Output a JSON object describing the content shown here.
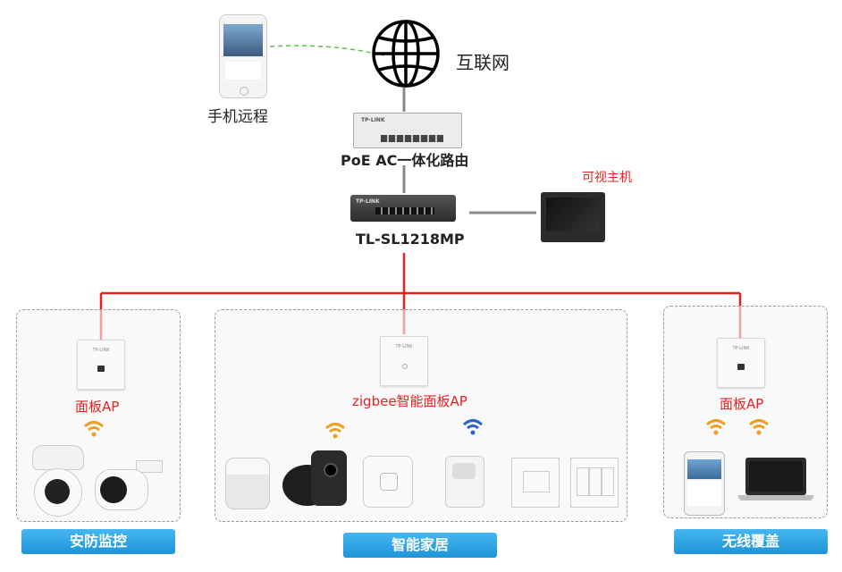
{
  "internet": {
    "label": "互联网"
  },
  "phone": {
    "label": "手机远程"
  },
  "router": {
    "label": "PoE AC一体化路由"
  },
  "switch": {
    "label": "TL-SL1218MP"
  },
  "video_host": {
    "label": "可视主机"
  },
  "groups": {
    "security": {
      "ap_label": "面板AP",
      "category": "安防监控"
    },
    "smart_home": {
      "ap_label": "zigbee智能面板AP",
      "category": "智能家居"
    },
    "wireless": {
      "ap_label": "面板AP",
      "category": "无线覆盖"
    }
  },
  "colors": {
    "wire_red": "#e52220",
    "wire_gray": "#888888",
    "wifi_orange": "#f0a020",
    "wifi_blue": "#2a62c8",
    "remote_green": "#5bbf4a"
  }
}
